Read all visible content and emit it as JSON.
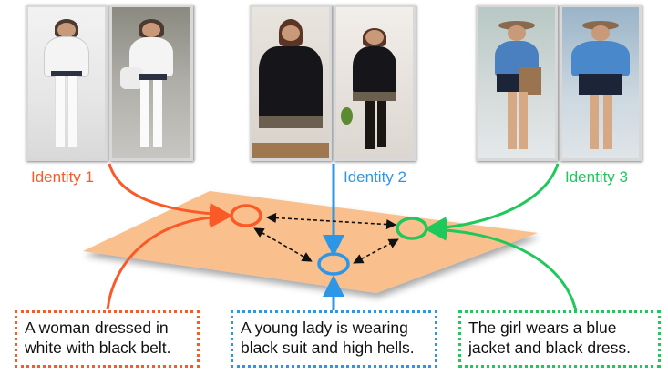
{
  "colors": {
    "identity_1": "#fa5a28",
    "identity_2": "#2e96e6",
    "identity_3": "#1ec85a",
    "plane": "#f9bf8c",
    "arrow_dashed": "#111111",
    "text": "#111111"
  },
  "identities": [
    {
      "label": "Identity 1",
      "photos": [
        "woman in white off-shoulder top with black belt",
        "woman in white outfit with white bag"
      ],
      "caption": {
        "line1": "A woman dressed in",
        "line2": "white with black belt."
      }
    },
    {
      "label": "Identity 2",
      "photos": [
        "young lady in black suit on phone",
        "young lady in black suit and high boots walking"
      ],
      "caption": {
        "line1": "A young lady is wearing",
        "line2": "black suit and high hells."
      }
    },
    {
      "label": "Identity 3",
      "photos": [
        "girl in blue denim jacket with hat and bag",
        "girl in blue jacket and black dress walking"
      ],
      "caption": {
        "line1": "The girl wears a blue",
        "line2": "jacket and black dress."
      }
    }
  ],
  "embedding_space": {
    "shape": "parallelogram plane",
    "nodes": [
      "identity-1-node",
      "identity-2-node",
      "identity-3-node"
    ],
    "edges": [
      "1<->2",
      "1<->3",
      "2<->3"
    ]
  }
}
